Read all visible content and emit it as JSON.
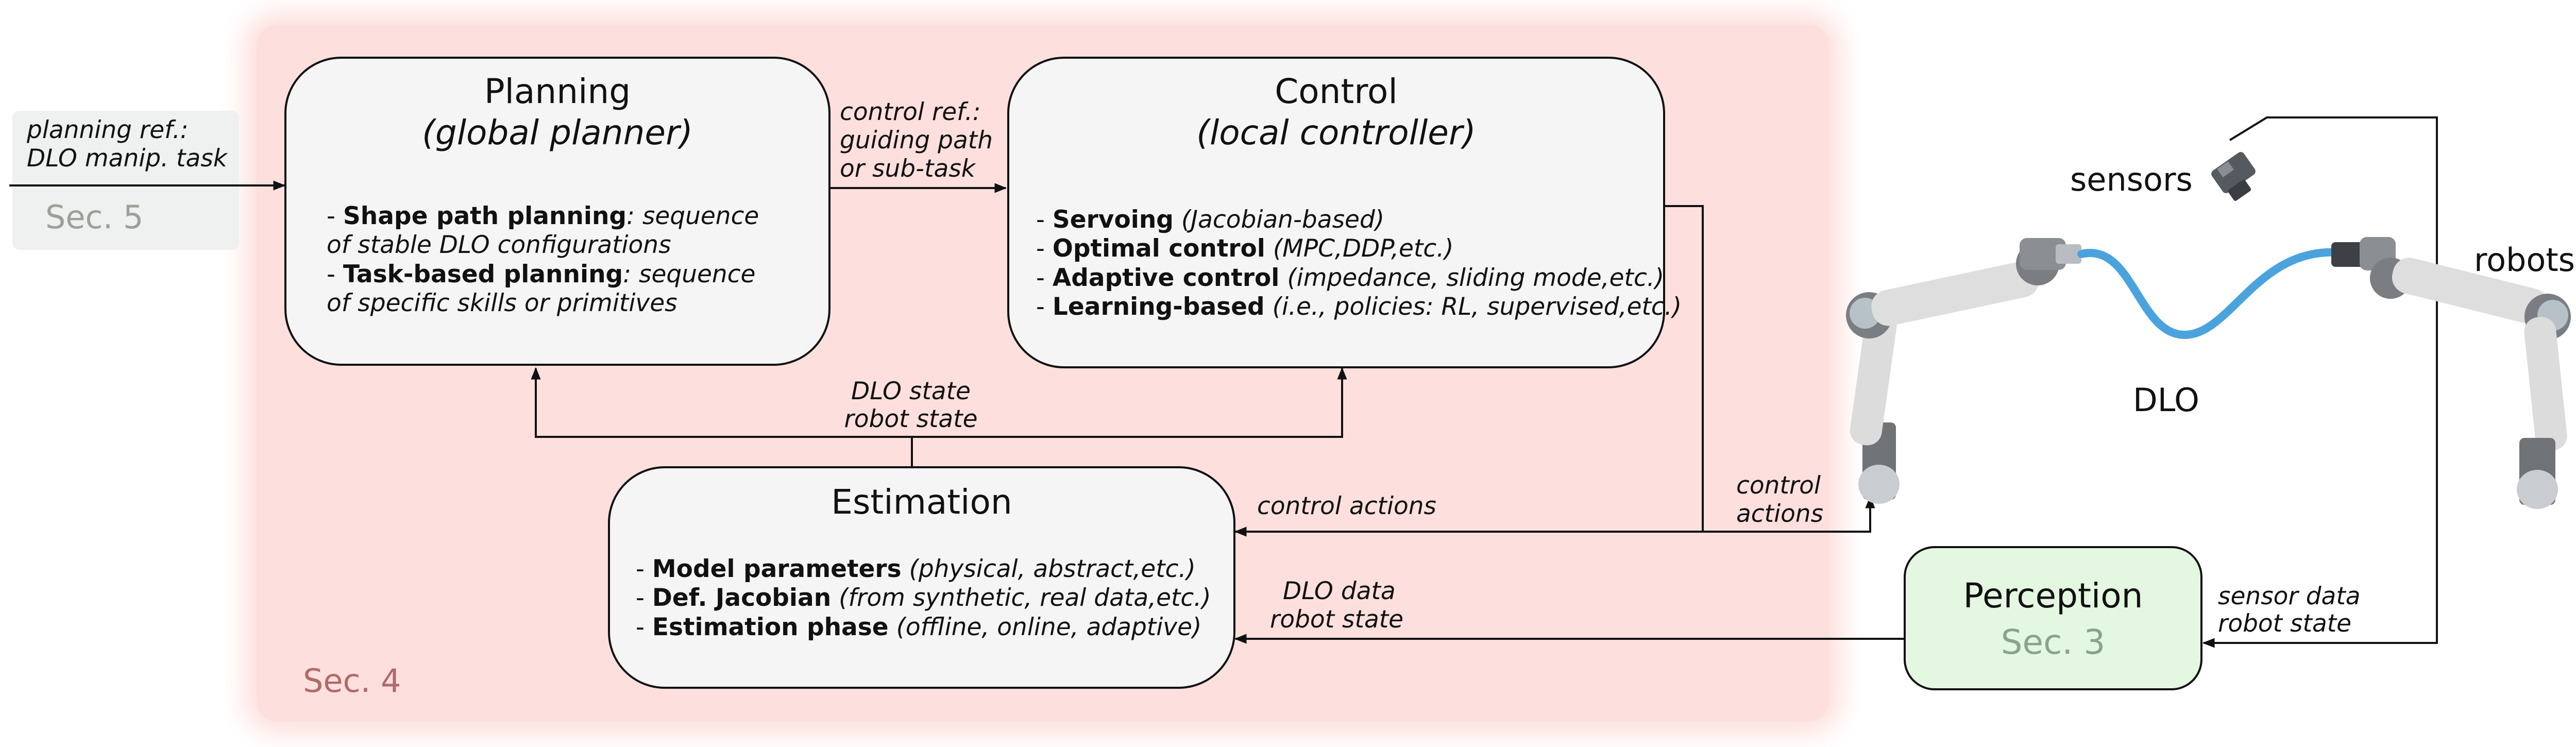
{
  "sec4": "Sec. 4",
  "input_ref": {
    "line1": "planning ref.:",
    "line2": "DLO manip. task",
    "sec": "Sec. 5"
  },
  "planning": {
    "title": "Planning",
    "subtitle": "(global planner)",
    "items": [
      {
        "bold": "Shape path planning",
        "rest": ": sequence",
        "cont": "of stable DLO configurations"
      },
      {
        "bold": "Task-based planning",
        "rest": ": sequence",
        "cont": "of specific skills or primitives"
      }
    ]
  },
  "control_ref": {
    "line1": "control ref.:",
    "line2": "guiding path",
    "line3": "or sub-task"
  },
  "control": {
    "title": "Control",
    "subtitle": "(local controller)",
    "items": [
      {
        "bold": "Servoing",
        "rest": " (Jacobian-based)"
      },
      {
        "bold": "Optimal control",
        "rest": " (MPC,DDP,etc.)"
      },
      {
        "bold": "Adaptive control",
        "rest": " (impedance, sliding mode,etc.)"
      },
      {
        "bold": "Learning-based",
        "rest": " (i.e., policies: RL, supervised,etc.)"
      }
    ]
  },
  "state_label": {
    "line1": "DLO state",
    "line2": "robot state"
  },
  "estimation": {
    "title": "Estimation",
    "items": [
      {
        "bold": "Model parameters",
        "rest": " (physical, abstract,etc.)"
      },
      {
        "bold": "Def. Jacobian",
        "rest": " (from synthetic, real data,etc.)"
      },
      {
        "bold": "Estimation phase",
        "rest": " (offline, online, adaptive)"
      }
    ]
  },
  "control_actions_inner": "control actions",
  "control_actions_right": {
    "line1": "control",
    "line2": "actions"
  },
  "dlo_data": {
    "line1": "DLO data",
    "line2": "robot state"
  },
  "perception": {
    "title": "Perception",
    "sec": "Sec. 3"
  },
  "sensor_data": {
    "line1": "sensor data",
    "line2": "robot state"
  },
  "scene": {
    "sensors": "sensors",
    "robots": "robots",
    "dlo": "DLO"
  },
  "colors": {
    "sec4_region": "#fde0dd",
    "sec4_text": "#b06a6a",
    "perception_fill": "#e4f7e1",
    "sec3_text": "#8aa48a",
    "sec5_text": "#9aa19a",
    "cable": "#4ba3dd",
    "robot_link": "#dadada",
    "robot_joint": "#7a7d82"
  }
}
